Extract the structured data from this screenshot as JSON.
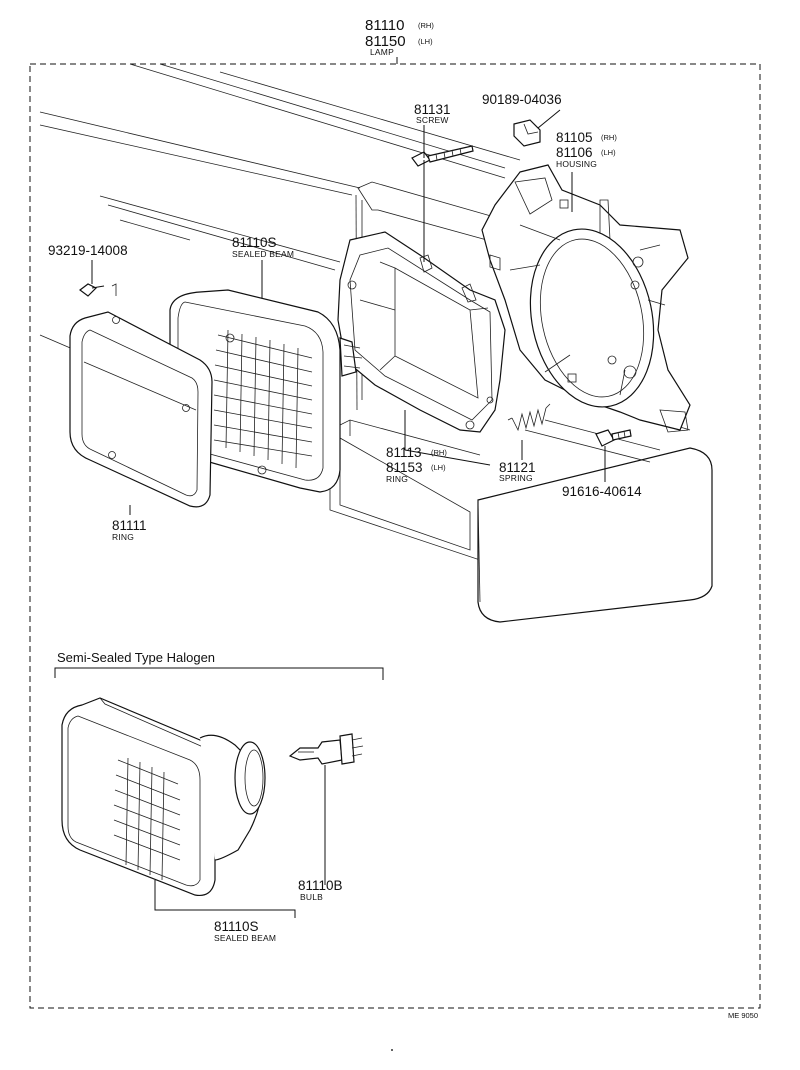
{
  "header": {
    "lamp_rh": "81110",
    "lamp_rh_suffix": "(RH)",
    "lamp_lh": "81150",
    "lamp_lh_suffix": "(LH)",
    "lamp_caption": "LAMP"
  },
  "parts": {
    "screw": {
      "number": "81131",
      "caption": "SCREW"
    },
    "clip": {
      "number": "90189-04036"
    },
    "housing": {
      "number_rh": "81105",
      "suffix_rh": "(RH)",
      "number_lh": "81106",
      "suffix_lh": "(LH)",
      "caption": "HOUSING"
    },
    "sealed_beam_main": {
      "number": "81110S",
      "caption": "SEALED BEAM"
    },
    "small_screw": {
      "number": "93219-14008"
    },
    "outer_ring": {
      "number": "81111",
      "caption": "RING"
    },
    "inner_ring": {
      "number_rh": "81113",
      "suffix_rh": "(RH)",
      "number_lh": "81153",
      "suffix_lh": "(LH)",
      "caption": "RING"
    },
    "spring": {
      "number": "81121",
      "caption": "SPRING"
    },
    "bolt": {
      "number": "91616-40614"
    }
  },
  "halogen_section": {
    "title": "Semi-Sealed Type Halogen",
    "bulb": {
      "number": "81110B",
      "caption": "BULB"
    },
    "sealed_beam": {
      "number": "81110S",
      "caption": "SEALED BEAM"
    }
  },
  "footer": {
    "diagram_code": "ME 9050"
  }
}
